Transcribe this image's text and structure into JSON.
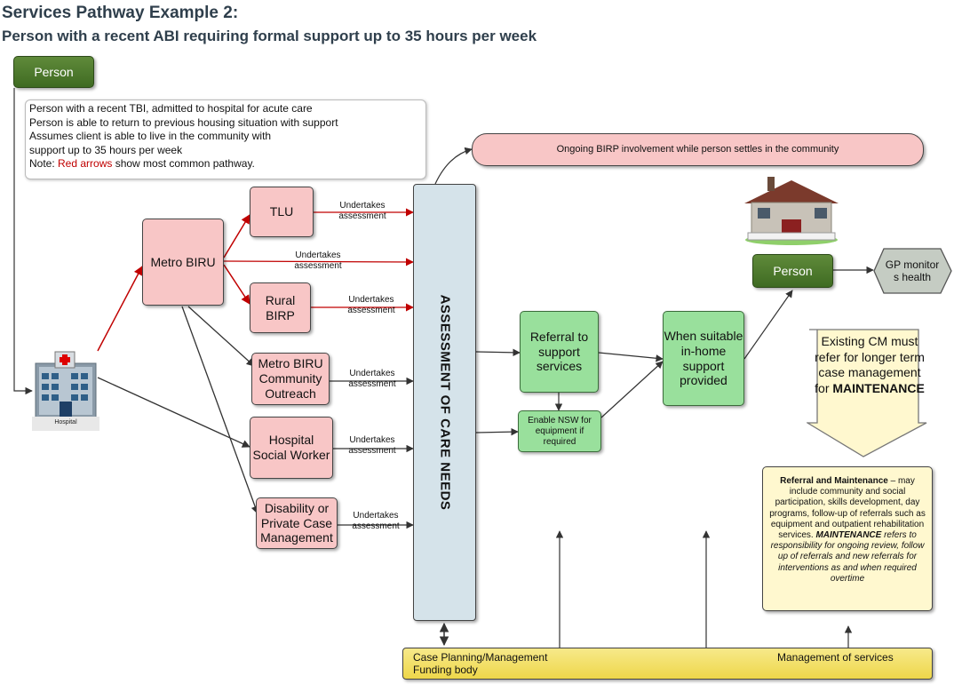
{
  "title": "Services Pathway Example 2:",
  "subtitle": "Person with a recent ABI requiring formal support up to 35 hours per week",
  "person_top": "Person",
  "note": {
    "line1": "Person with a recent TBI, admitted to hospital for acute care",
    "line2": "Person is able to return to previous housing situation with support",
    "line3": "Assumes client is able to live in the community with",
    "line4": "support up to 35 hours per week",
    "line5_prefix": "Note: ",
    "line5_red": "Red arrows",
    "line5_suffix": " show most common pathway."
  },
  "hospital_label": "Hospital",
  "ongoing": "Ongoing BIRP involvement while person settles in the community",
  "metro_biru": "Metro BIRU",
  "tlu": "TLU",
  "rural_birp": "Rural BIRP",
  "outreach": "Metro BIRU Community Outreach",
  "social_worker": "Hospital Social Worker",
  "disability": "Disability or Private Case Management",
  "undertakes_line1": "Undertakes",
  "undertakes_line2": "assessment",
  "assessment": "ASSESSMENT OF CARE NEEDS",
  "referral": "Referral to support services",
  "enable_nsw": "Enable NSW for equipment if required",
  "when_suitable": "When suitable in-home support provided",
  "person_right": "Person",
  "gp": "GP monitor s health",
  "existing_cm": {
    "text": "Existing CM must refer for longer term case management for",
    "bold": "MAINTENANCE"
  },
  "referral_maintenance": {
    "bold": "Referral and Maintenance",
    "text": " – may include community and social participation, skills development, day programs, follow-up of referrals such as equipment and outpatient rehabilitation services.",
    "bold_italic": "MAINTENANCE",
    "italic": " refers to responsibility for ongoing review, follow up of referrals and new referrals for interventions as and when required overtime"
  },
  "bottom": {
    "case_planning": "Case Planning/Management",
    "funding_body": "Funding body",
    "management": "Management of services"
  },
  "colors": {
    "red_arrow": "#c00000",
    "pink": "#f8c6c6",
    "green": "#99e09c",
    "dark_green": "#3f6b22",
    "assessment_blue": "#d5e3ea",
    "yellow": "#eed74a"
  }
}
